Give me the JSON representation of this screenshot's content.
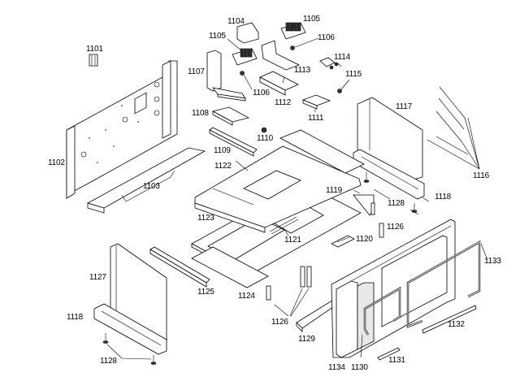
{
  "diagram": {
    "type": "exploded-parts-diagram",
    "title": "",
    "labels": {
      "p1101": "1101",
      "p1102": "1102",
      "p1103": "1103",
      "p1104": "1104",
      "p1105a": "1105",
      "p1105b": "1105",
      "p1106a": "1106",
      "p1106b": "1106",
      "p1107": "1107",
      "p1108": "1108",
      "p1109": "1109",
      "p1110": "1110",
      "p1111": "1111",
      "p1112": "1112",
      "p1113": "1113",
      "p1114": "1114",
      "p1115": "1115",
      "p1116": "1116",
      "p1117": "1117",
      "p1118a": "1118",
      "p1118b": "1118",
      "p1119": "1119",
      "p1120": "1120",
      "p1121": "1121",
      "p1122": "1122",
      "p1123": "1123",
      "p1124": "1124",
      "p1125": "1125",
      "p1126a": "1126",
      "p1126b": "1126",
      "p1127": "1127",
      "p1128a": "1128",
      "p1128b": "1128",
      "p1129": "1129",
      "p1130": "1130",
      "p1131": "1131",
      "p1132": "1132",
      "p1133": "1133",
      "p1134": "1134"
    }
  }
}
